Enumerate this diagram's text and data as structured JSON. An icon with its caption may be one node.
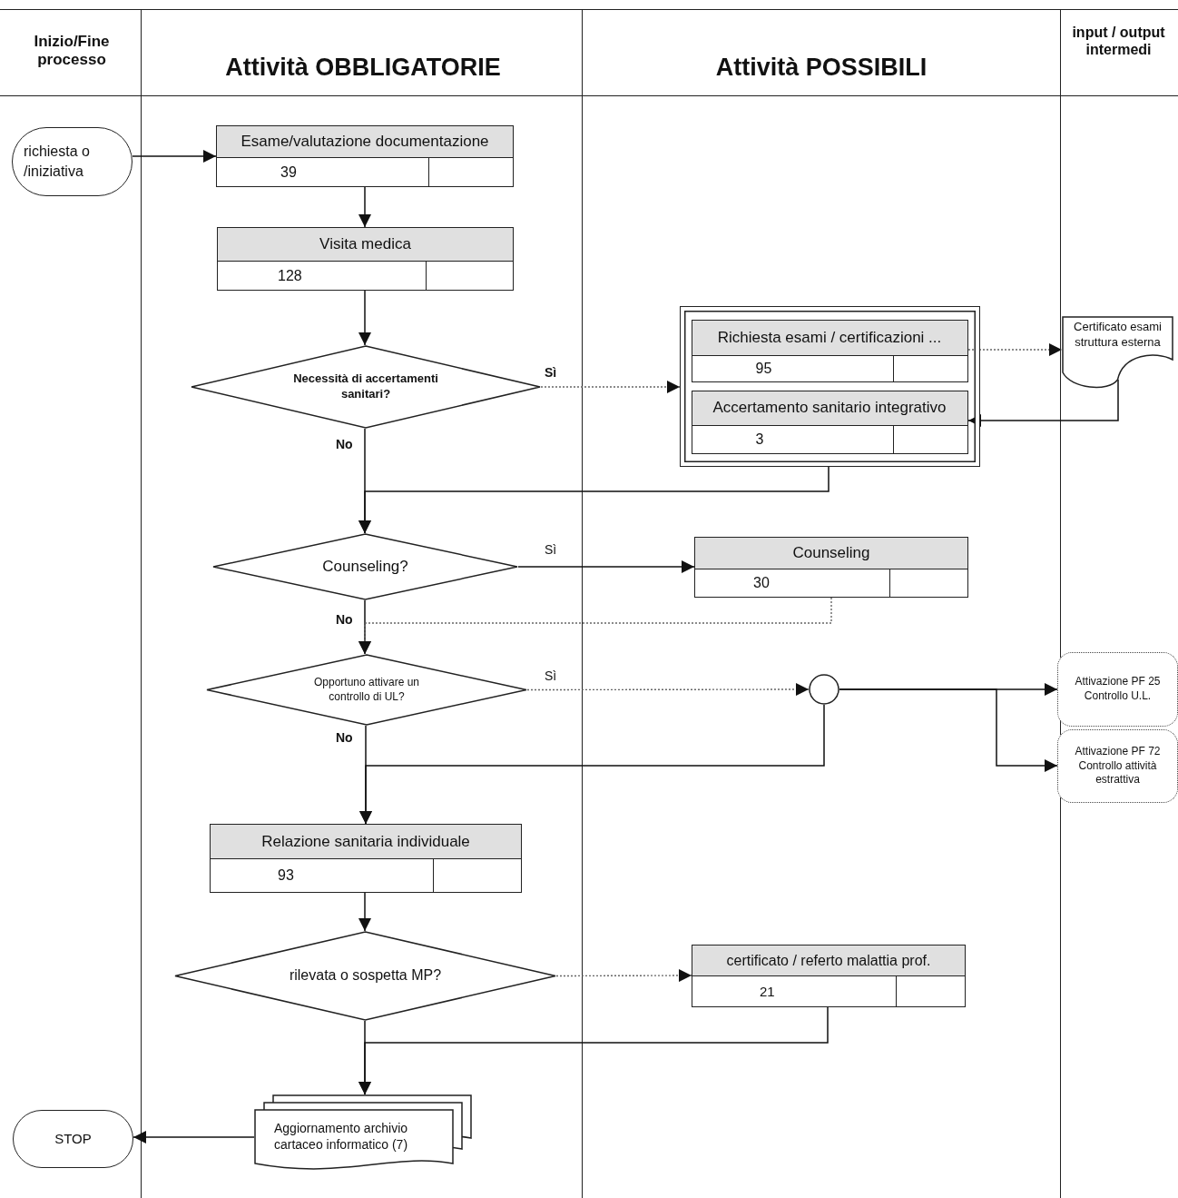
{
  "diagram": {
    "nodes": [
      {
        "text": [
          "richiesta o /iniziativa"
        ]
      },
      {
        "text": [
          "Esame/valutazione documentazione",
          "39"
        ]
      },
      {
        "text": [
          "Visita medica",
          "128"
        ]
      },
      {
        "text": [
          "Necessità di accertamenti sanitari?"
        ]
      },
      {
        "text": [],
        "shape": "box"
      },
      {
        "text": [
          "Richiesta esami / certificazioni ...",
          "95"
        ],
        "in": 4
      },
      {
        "text": [
          "Accertamento sanitario integrativo",
          "3"
        ],
        "in": 4
      },
      {
        "text": [
          "Certificato esami struttura esterna"
        ]
      },
      {
        "text": [
          "Counseling?"
        ]
      },
      {
        "text": [
          "Counseling",
          "30"
        ]
      },
      {
        "text": [
          "Opportuno attivare un controllo di UL?"
        ]
      },
      {
        "text": [],
        "shape": "circle"
      },
      {
        "text": [
          "Attivazione PF 25 Controllo U.L."
        ]
      },
      {
        "text": [
          "Attivazione PF 72 Controllo attività estrattiva"
        ]
      },
      {
        "text": [
          "Relazione sanitaria individuale",
          "93"
        ]
      },
      {
        "text": [
          "rilevata o sospetta MP?"
        ]
      },
      {
        "text": [
          "certificato / referto malattia prof.",
          "21"
        ]
      },
      {
        "text": [
          "Aggiornamento archivio cartaceo informatico (7)"
        ]
      },
      {
        "text": [
          "STOP"
        ]
      }
    ],
    "edges": [
      {
        "from": 0,
        "to": 1,
        "arrow": "to"
      },
      {
        "from": 1,
        "to": 2,
        "arrow": "to"
      },
      {
        "from": 2,
        "to": 3,
        "arrow": "to"
      },
      {
        "from": 3,
        "to": 4,
        "arrow": "to",
        "label": "Sì",
        "style": "dashed"
      },
      {
        "from": 5,
        "to": 7,
        "arrow": "to",
        "style": "dashed"
      },
      {
        "from": 7,
        "to": 6,
        "arrow": "to"
      },
      {
        "from": 3,
        "to": 8,
        "arrow": "to",
        "label": "No"
      },
      {
        "from": 4,
        "to": 8,
        "arrow": "to"
      },
      {
        "from": 8,
        "to": 9,
        "arrow": "to",
        "label": "Sì"
      },
      {
        "from": 8,
        "to": 10,
        "arrow": "to",
        "label": "No"
      },
      {
        "from": 9,
        "to": 10,
        "arrow": "to",
        "style": "dashed"
      },
      {
        "from": 10,
        "to": 11,
        "arrow": "to",
        "label": "Sì",
        "style": "dashed"
      },
      {
        "from": 11,
        "to": 12,
        "arrow": "to"
      },
      {
        "from": 11,
        "to": 13,
        "arrow": "to"
      },
      {
        "from": 10,
        "to": 14,
        "arrow": "to",
        "label": "No"
      },
      {
        "from": 11,
        "to": 14,
        "arrow": "to"
      },
      {
        "from": 14,
        "to": 15,
        "arrow": "to"
      },
      {
        "from": 15,
        "to": 16,
        "arrow": "to",
        "style": "dashed"
      },
      {
        "from": 15,
        "to": 17,
        "arrow": "to"
      },
      {
        "from": 16,
        "to": 17,
        "arrow": "to"
      },
      {
        "from": 17,
        "to": 18,
        "arrow": "to"
      }
    ],
    "labels": [
      "Inizio/Fine processo",
      "Attività OBBLIGATORIE",
      "Attività POSSIBILI",
      "input / output intermedi"
    ]
  }
}
